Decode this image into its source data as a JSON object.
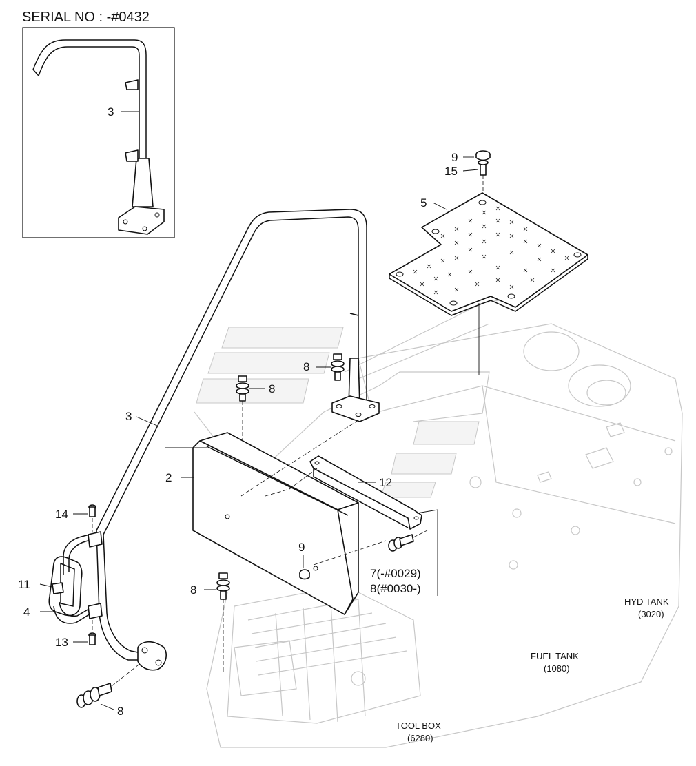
{
  "serial_label": "SERIAL NO : -#0432",
  "callouts": {
    "inset_3": "3",
    "c9_top": "9",
    "c15": "15",
    "c5": "5",
    "c8_a": "8",
    "c8_b": "8",
    "c3": "3",
    "c2": "2",
    "c12": "12",
    "c14": "14",
    "c9_mid": "9",
    "c7": "7(-#0029)",
    "c8_c": "8(#0030-)",
    "c11": "11",
    "c8_d": "8",
    "c4": "4",
    "c13": "13",
    "c8_e": "8"
  },
  "references": {
    "hyd_tank": {
      "name": "HYD TANK",
      "code": "(3020)"
    },
    "fuel_tank": {
      "name": "FUEL TANK",
      "code": "(1080)"
    },
    "tool_box": {
      "name": "TOOL BOX",
      "code": "(6280)"
    }
  },
  "colors": {
    "line": "#111111",
    "ghost": "#c7c7c7",
    "background": "#ffffff"
  }
}
